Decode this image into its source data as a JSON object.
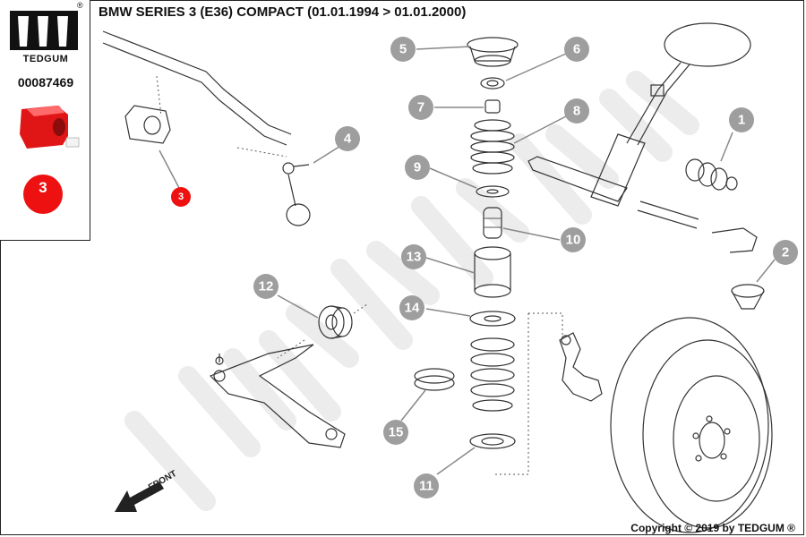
{
  "brand": {
    "name": "TEDGUM",
    "part_number": "00087469",
    "registered_mark": "®"
  },
  "title": "BMW SERIES 3 (E36) COMPACT  (01.01.1994 > 01.01.2000)",
  "highlighted_part": {
    "number": "3",
    "color": "#ee1111"
  },
  "callouts": [
    {
      "label": "1"
    },
    {
      "label": "2"
    },
    {
      "label": "4"
    },
    {
      "label": "5"
    },
    {
      "label": "6"
    },
    {
      "label": "7"
    },
    {
      "label": "8"
    },
    {
      "label": "9"
    },
    {
      "label": "10"
    },
    {
      "label": "11"
    },
    {
      "label": "12"
    },
    {
      "label": "13"
    },
    {
      "label": "14"
    },
    {
      "label": "15"
    }
  ],
  "watermark": "TEDGUM",
  "direction_label": "FRONT",
  "copyright": "Copyright © 2019 by TEDGUM ®",
  "colors": {
    "callout": "#9e9e9e",
    "highlight": "#ee1111",
    "watermark": "#ececec"
  }
}
